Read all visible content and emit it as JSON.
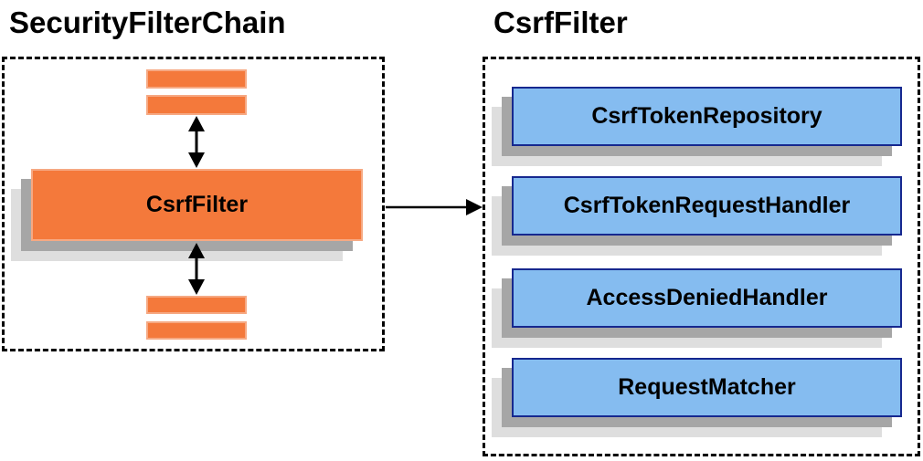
{
  "diagram": {
    "left_panel": {
      "title": "SecurityFilterChain",
      "filter_stack": {
        "main_filter_label": "CsrfFilter"
      }
    },
    "right_panel": {
      "title": "CsrfFilter",
      "components": [
        {
          "label": "CsrfTokenRepository"
        },
        {
          "label": "CsrfTokenRequestHandler"
        },
        {
          "label": "AccessDeniedHandler"
        },
        {
          "label": "RequestMatcher"
        }
      ]
    },
    "colors": {
      "node_orange": "#F4793B",
      "node_orange_border": "#F6A983",
      "node_blue": "#85BCF0",
      "node_blue_border": "#16288F",
      "shadow_dark": "#A6A6A6",
      "shadow_light": "#DEDEDE",
      "arrow_black": "#000000"
    }
  }
}
